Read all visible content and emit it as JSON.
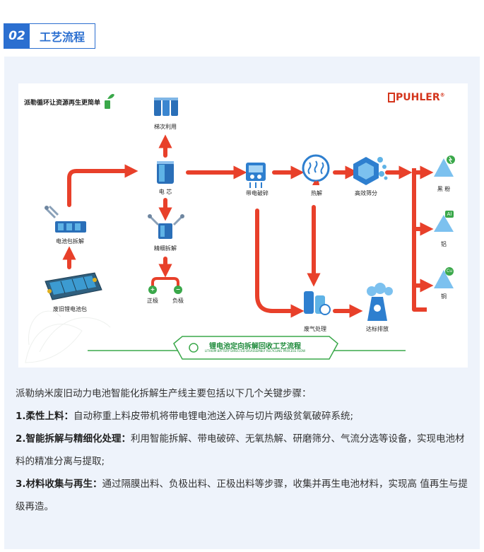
{
  "section": {
    "number": "02",
    "title": "工艺流程"
  },
  "diagram": {
    "slogan": "派勒循环让资源再生更简单",
    "brand": "PUHLER",
    "brand_mark": "®",
    "nodes": {
      "waste_battery": "废旧锂电池包",
      "pack_disassembly": "电池包拆解",
      "cell": "电 芯",
      "cascade_use": "梯次利用",
      "fine_disassembly": "精细拆解",
      "positive": "正极",
      "negative": "负极",
      "charged_crushing": "带电破碎",
      "pyrolysis": "热解",
      "efficient_screening": "高效筛分",
      "black_powder": "黑 粉",
      "aluminum": "铝",
      "copper": "铜",
      "gas_treatment": "废气处理",
      "emission": "达标排放"
    },
    "al_symbol": "Al",
    "cu_symbol": "Cu",
    "plus": "+",
    "minus": "−",
    "banner_title": "锂电池定向拆解回收工艺流程",
    "banner_subtitle": "LITHIUM BATTERY DIRECTED DISASSEMBLY RECYCLING PROCESS FLOW"
  },
  "intro": "派勒纳米废旧动力电池智能化拆解生产线主要包括以下几个关键步骤：",
  "steps": [
    {
      "title": "1.柔性上料：",
      "text": "自动称重上料皮带机将带电锂电池送入碎与切片两级贫氧破碎系统;"
    },
    {
      "title": "2.智能拆解与精细化处理：",
      "text": "利用智能拆解、带电破碎、无氧热解、研磨筛分、气流分选等设备，实现电池材料的精准分离与提取;"
    },
    {
      "title": "3.材料收集与再生：",
      "text": "通过隔膜出料、负极出料、正极出料等步骤，收集并再生电池材料，实现高 值再生与提级再造。"
    }
  ],
  "colors": {
    "accent": "#2b6fd0",
    "arrow": "#e8402a",
    "green": "#1d8a3a",
    "panel": "#eef3fb"
  }
}
